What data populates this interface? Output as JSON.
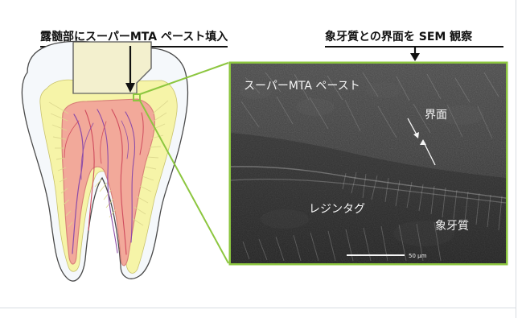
{
  "labels": {
    "left_title": "露髄部にスーパーMTA ペースト填入",
    "right_title": "象牙質との界面を SEM 観察"
  },
  "sem": {
    "material_label": "スーパーMTA ペースト",
    "interface_label": "界面",
    "resin_tag_label": "レジンタグ",
    "dentin_label": "象牙質",
    "scale_label": "50 µm"
  },
  "colors": {
    "accent_green": "#8cc63f",
    "enamel": "#f5f8fb",
    "dentin": "#f6f4a8",
    "pulp": "#f2a99a",
    "filling": "#f3f0ce",
    "sem_dark": "#2b2b2b",
    "text": "#111111"
  },
  "icons": {
    "arrow": "down-arrow-icon"
  }
}
